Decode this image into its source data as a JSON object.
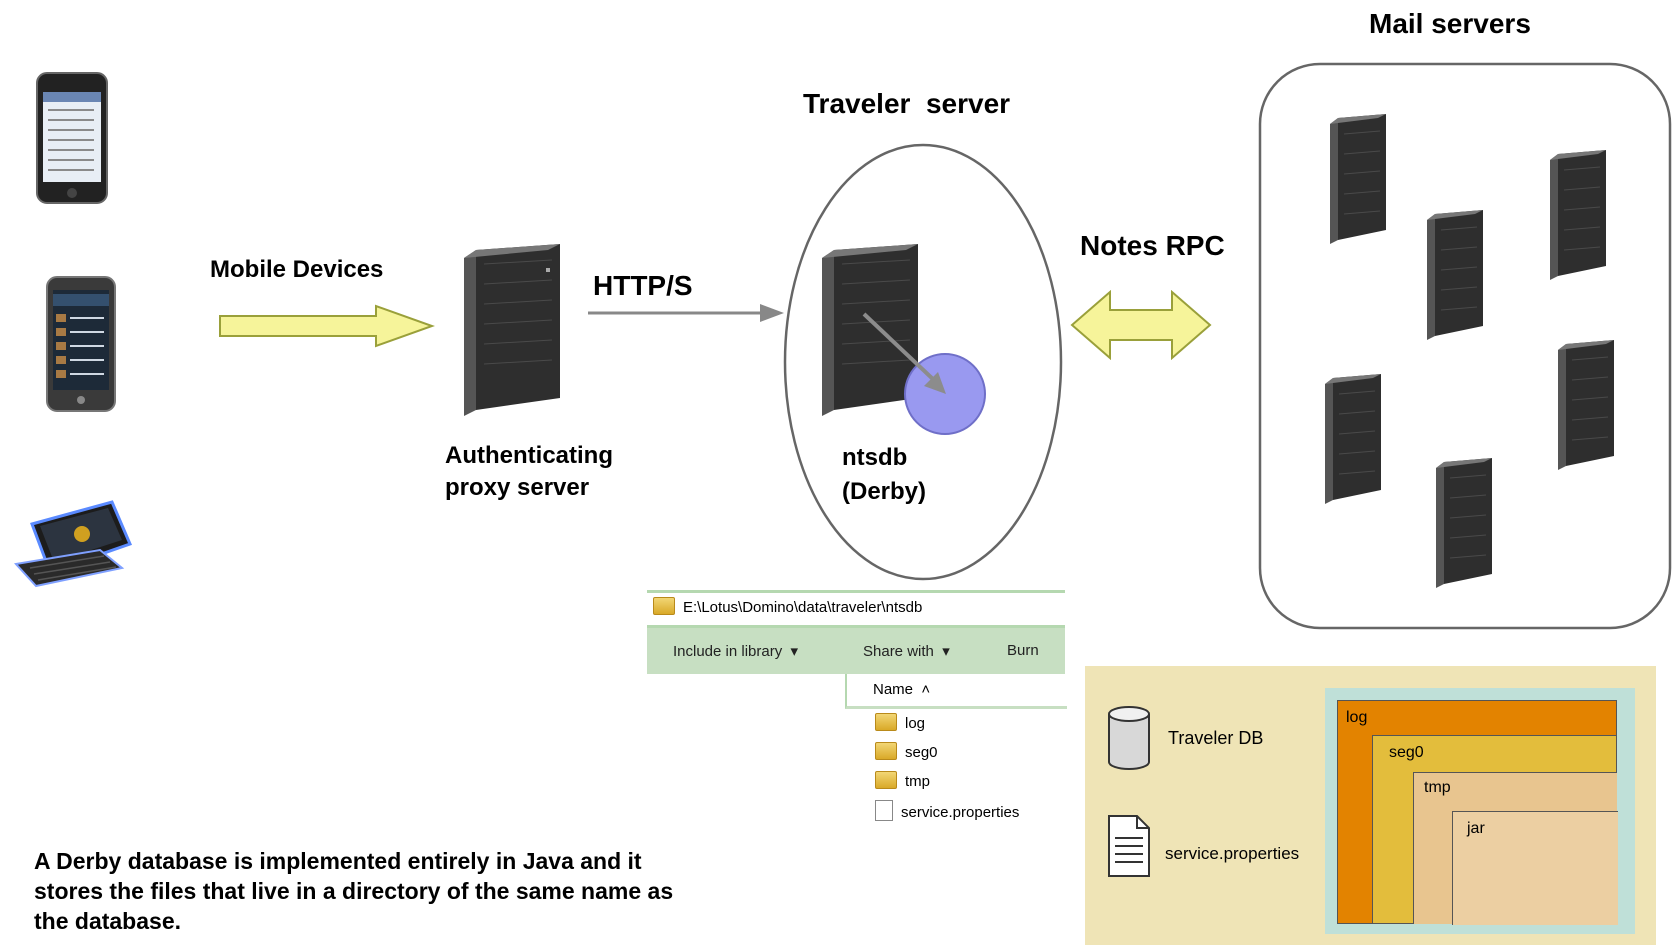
{
  "labels": {
    "mail_servers": "Mail servers",
    "traveler_server": "Traveler  server",
    "mobile_devices": "Mobile Devices",
    "https": "HTTP/S",
    "notes_rpc": "Notes RPC",
    "auth_proxy_line1": "Authenticating",
    "auth_proxy_line2": "proxy server",
    "ntsdb_line1": "ntsdb",
    "ntsdb_line2": "(Derby)"
  },
  "caption": {
    "line1": "A Derby database is implemented entirely in Java and it",
    "line2": "stores the files that live in a directory of the same name as",
    "line3": "the database."
  },
  "explorer": {
    "path": "E:\\Lotus\\Domino\\data\\traveler\\ntsdb",
    "toolbar": [
      "Include in library  ▾",
      "Share with  ▾",
      "Burn"
    ],
    "column_header": "Name  ˄",
    "items": [
      "log",
      "seg0",
      "tmp",
      "service.properties"
    ]
  },
  "legend": {
    "traveler_db": "Traveler DB",
    "service_properties": "service.properties",
    "nested": [
      "log",
      "seg0",
      "tmp",
      "jar"
    ]
  },
  "colors": {
    "yellow_arrow": "#f6f49a",
    "db_circle": "#9999f0",
    "legend_bg": "#efe4b6",
    "legend_border": "#bfe0d8",
    "log_box": "#e38300",
    "seg0_box": "#e3bd3c",
    "tmp_box": "#e8c58f",
    "jar_box": "#eccfa2"
  }
}
